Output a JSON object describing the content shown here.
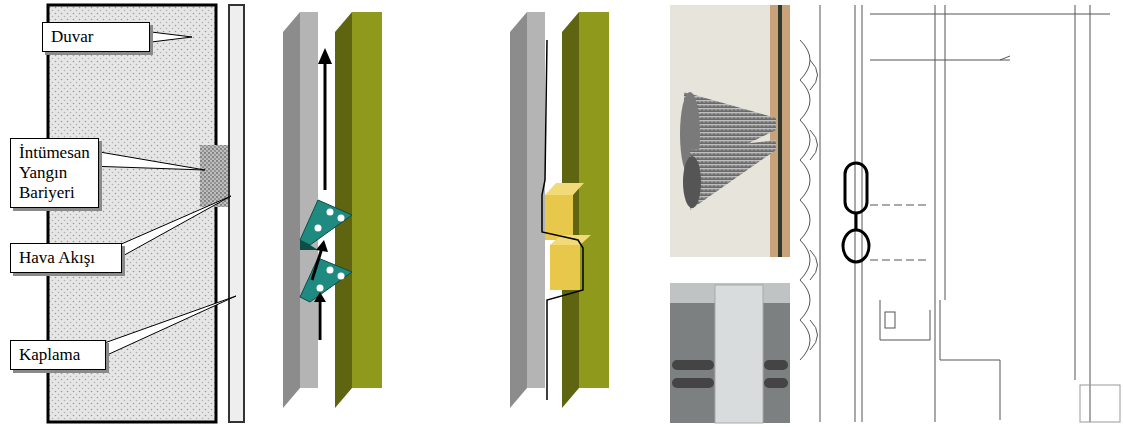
{
  "diagram": {
    "nodes": [
      {
        "text": [
          "Duvar"
        ]
      },
      {
        "text": [
          "İntümesan Yangın Bariyeri"
        ]
      },
      {
        "text": [
          "Hava Akışı"
        ]
      },
      {
        "text": [
          "Kaplama"
        ]
      }
    ]
  }
}
